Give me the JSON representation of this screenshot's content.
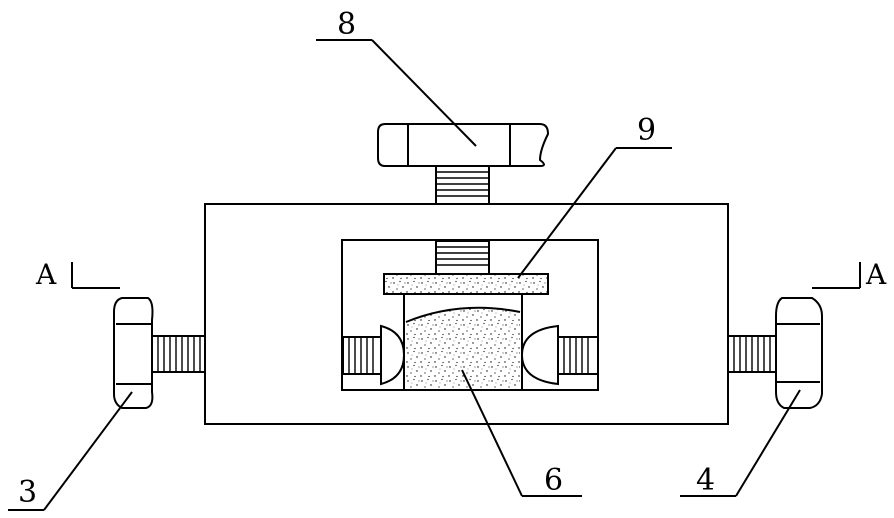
{
  "labels": {
    "part_8": "8",
    "part_9": "9",
    "part_3": "3",
    "part_4": "4",
    "part_6": "6",
    "section_left": "A",
    "section_right": "A"
  },
  "colors": {
    "line": "#000000",
    "background": "#ffffff"
  }
}
